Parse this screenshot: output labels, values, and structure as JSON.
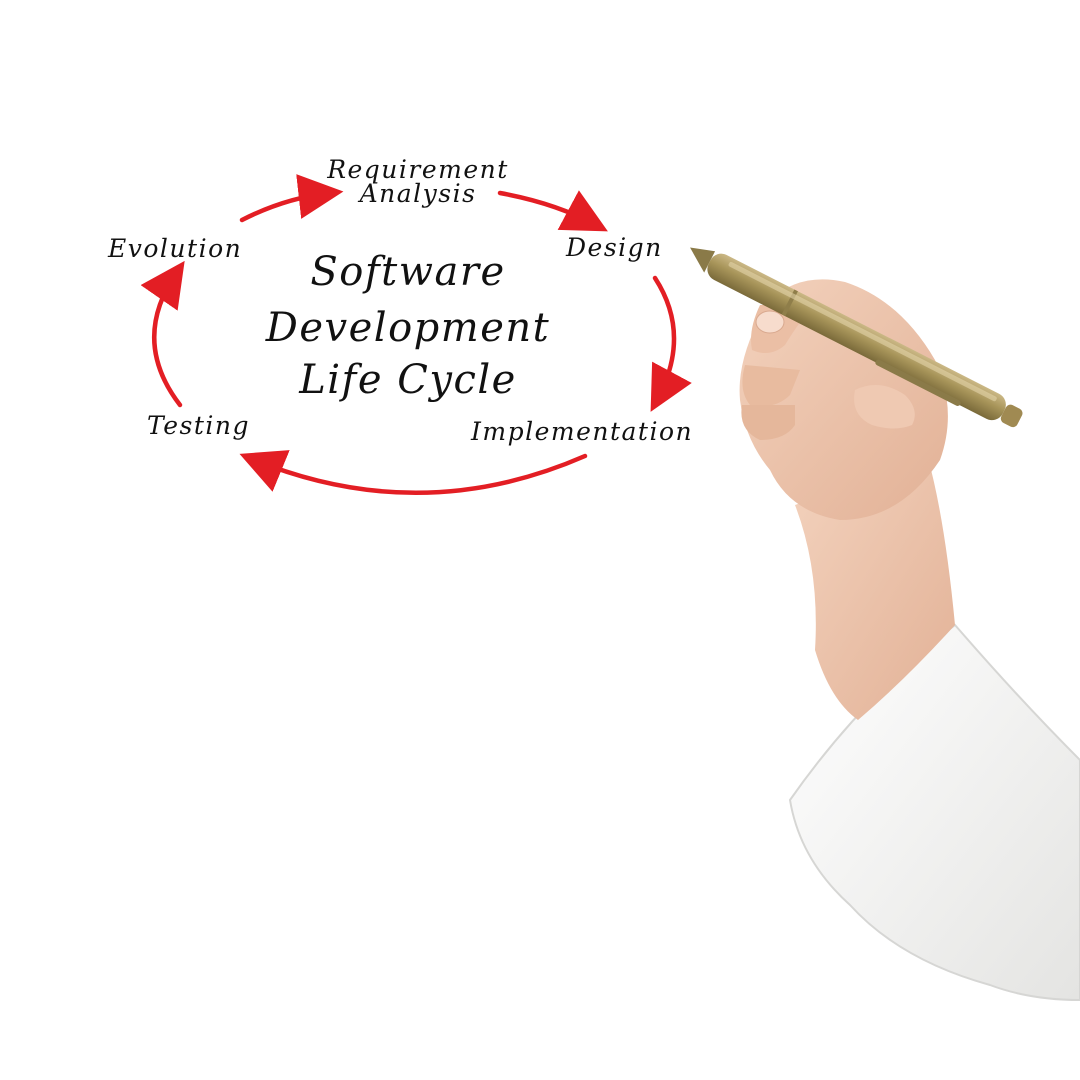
{
  "diagram": {
    "title_lines": [
      "Software",
      "Development",
      "Life Cycle"
    ],
    "stages": {
      "requirement_line1": "Requirement",
      "requirement_line2": "Analysis",
      "design": "Design",
      "implementation": "Implementation",
      "testing": "Testing",
      "evolution": "Evolution"
    },
    "arrow_color": "#e31e24",
    "text_color": "#111111"
  },
  "illustration": {
    "subject": "hand-holding-pen",
    "pen_color": "#a8955a",
    "sleeve_color": "#f4f4f2",
    "skin_color": "#eec6ad"
  }
}
